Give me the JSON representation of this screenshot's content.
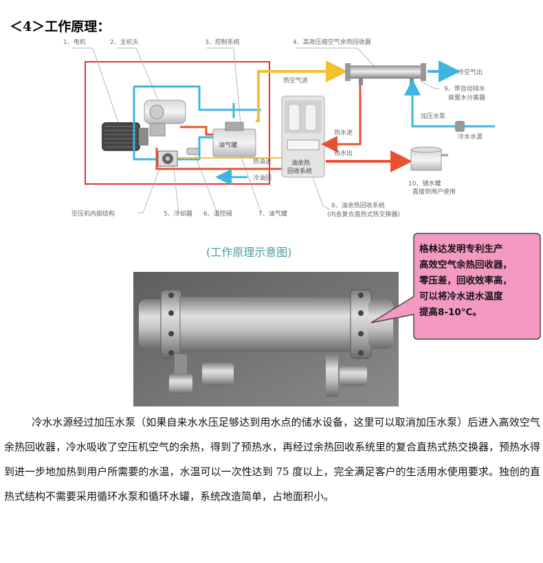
{
  "heading": "＜4＞工作原理：",
  "diagram": {
    "top_labels": {
      "motor": "1、电机",
      "main_head": "2、主机头",
      "control": "3、控制系统",
      "recovery_unit": "4、高效压缩空气余热回收器"
    },
    "bottom_labels": {
      "internal": "空压机内部结构",
      "cooler": "5、冷却器",
      "thermo_valve": "6、温控阀",
      "oil_tank": "7、油气罐",
      "oil_system_line1": "8、油余热回收系统",
      "oil_system_line2": "(内含复合直热式热交换器)"
    },
    "flow_labels": {
      "hot_air_in": "热空气进",
      "cold_air_out": "冷空气出",
      "separator_line1": "9、带自动排水",
      "separator_line2": "装置水分离器",
      "booster_pump": "加压水泵",
      "cold_water_source": "冷水水源",
      "hot_water_in": "热水进",
      "hot_water_out": "热水出",
      "hot_oil_in": "热油进",
      "cold_oil_return": "冷油回",
      "oil_gas_tank": "油气罐",
      "oil_heat_sys_line1": "油余热",
      "oil_heat_sys_line2": "回收系统",
      "storage_line1": "10、储水罐",
      "storage_line2": "直接到用户使用"
    },
    "caption": "(工作原理示意图)"
  },
  "callout": {
    "lines": [
      "格林达发明专利生产",
      "高效空气余热回收器，",
      "零压差，回收效率高，",
      "可以将冷水进水温度",
      "提高8-10°C。"
    ],
    "fill_color": "#f49ac2",
    "border_color": "#444444"
  },
  "paragraph": "冷水水源经过加压水泵（如果自来水水压足够达到用水点的储水设备，这里可以取消加压水泵）后进入高效空气余热回收器，冷水吸收了空压机空气的余热，得到了预热水，再经过余热回收系统里的复合直热式热交换器，预热水得到进一步地加热到用户所需要的水温，水温可以一次性达到 75 度以上，完全满足客户的生活用水使用要求。独创的直热式结构不需要采用循环水泵和循环水罐，系统改造简单，占地面积小。",
  "colors": {
    "hot_air": "#f2c12e",
    "cold_water": "#3fb4de",
    "hot_water": "#e8512f",
    "frame": "#e0303a",
    "caption": "#4a9aa0"
  }
}
